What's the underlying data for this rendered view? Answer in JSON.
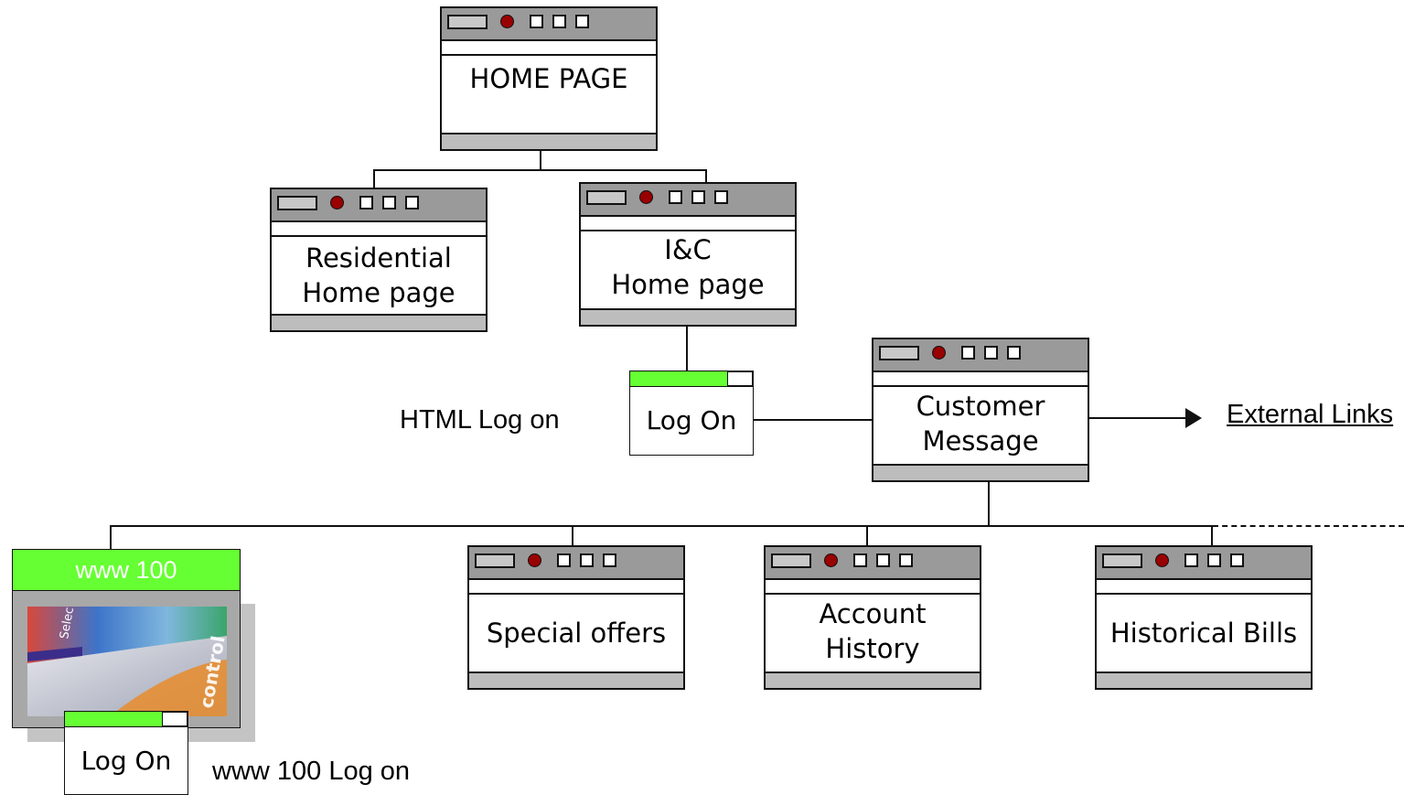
{
  "pages": {
    "home": "HOME PAGE",
    "residential": "Residential\nHome page",
    "ic": "I&C\nHome page",
    "customer_message": "Customer\nMessage",
    "special_offers": "Special offers",
    "account_history": "Account\nHistory",
    "historical_bills": "Historical Bills"
  },
  "login_label": "Log On",
  "html_login_caption": "HTML Log on",
  "www100": {
    "title": "www 100",
    "caption": "www 100 Log on",
    "picture_words": [
      "Select",
      "control"
    ]
  },
  "external_links": "External Links",
  "colors": {
    "titlebar": "#9a9a9a",
    "red_dot": "#990000",
    "login_green": "#66ff33",
    "footer": "#bdbdbd"
  }
}
